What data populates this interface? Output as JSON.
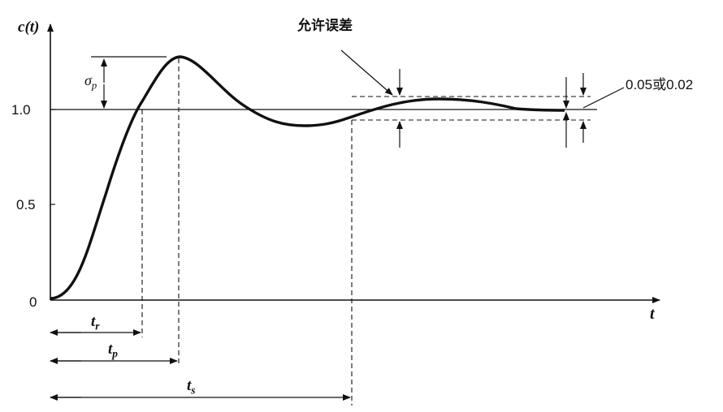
{
  "y_axis_label": {
    "name": "c",
    "arg": "(t)"
  },
  "x_axis_label": "t",
  "y_ticks": [
    "1.0",
    "0.5",
    "0"
  ],
  "tolerance_label": "允许误差",
  "tolerance_value_label": "0.05或0.02",
  "overshoot_label": {
    "symbol": "σ",
    "sub": "p"
  },
  "time_labels": {
    "rise": {
      "symbol": "t",
      "sub": "r"
    },
    "peak": {
      "symbol": "t",
      "sub": "p"
    },
    "settling": {
      "symbol": "t",
      "sub": "s"
    }
  }
}
